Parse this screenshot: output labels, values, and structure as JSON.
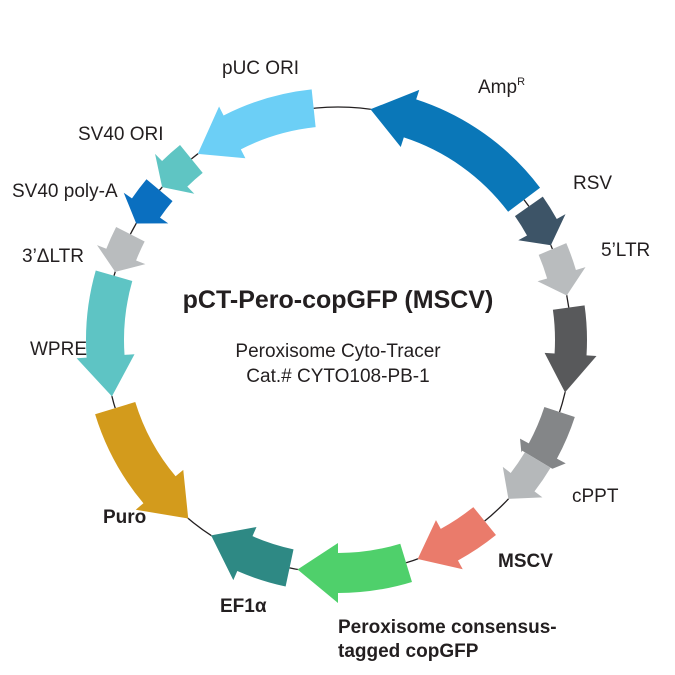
{
  "plasmid": {
    "name": "pCT-Pero-copGFP (MSCV)",
    "subtitle": "Peroxisome Cyto-Tracer",
    "catalog": "Cat.# CYTO108-PB-1"
  },
  "features": [
    {
      "id": "ampr",
      "label": "Amp",
      "label_sup": "R",
      "color": "#0a77b8",
      "bold": false
    },
    {
      "id": "rsv",
      "label": "RSV",
      "color": "#3d5467",
      "bold": false
    },
    {
      "id": "ltr5",
      "label": "5’LTR",
      "color": "#b9bcbe",
      "bold": false
    },
    {
      "id": "dark-gray",
      "label": "",
      "color": "#58595b",
      "bold": false
    },
    {
      "id": "mid-gray",
      "label": "",
      "color": "#848688",
      "bold": false
    },
    {
      "id": "cppt",
      "label": "cPPT",
      "color": "#b5b8ba",
      "bold": false
    },
    {
      "id": "mscv",
      "label": "MSCV",
      "color": "#ea7b6b",
      "bold": true
    },
    {
      "id": "copgfp",
      "label_lines": [
        "Peroxisome consensus-",
        "tagged copGFP"
      ],
      "color": "#4fd06b",
      "bold": true
    },
    {
      "id": "ef1a",
      "label": "EF1α",
      "color": "#2e8984",
      "bold": true
    },
    {
      "id": "puro",
      "label": "Puro",
      "color": "#d39b1c",
      "bold": true
    },
    {
      "id": "wpre",
      "label": "WPRE",
      "color": "#5ec4c4",
      "bold": false
    },
    {
      "id": "ltr3",
      "label": "3’ΔLTR",
      "color": "#b9bcbe",
      "bold": false
    },
    {
      "id": "sv40pa",
      "label": "SV40 poly-A",
      "color": "#0a6fc0",
      "bold": false
    },
    {
      "id": "sv40ori",
      "label": "SV40 ORI",
      "color": "#5fc5c3",
      "bold": false
    },
    {
      "id": "puc",
      "label": "pUC ORI",
      "color": "#6ccff6",
      "bold": false
    }
  ]
}
